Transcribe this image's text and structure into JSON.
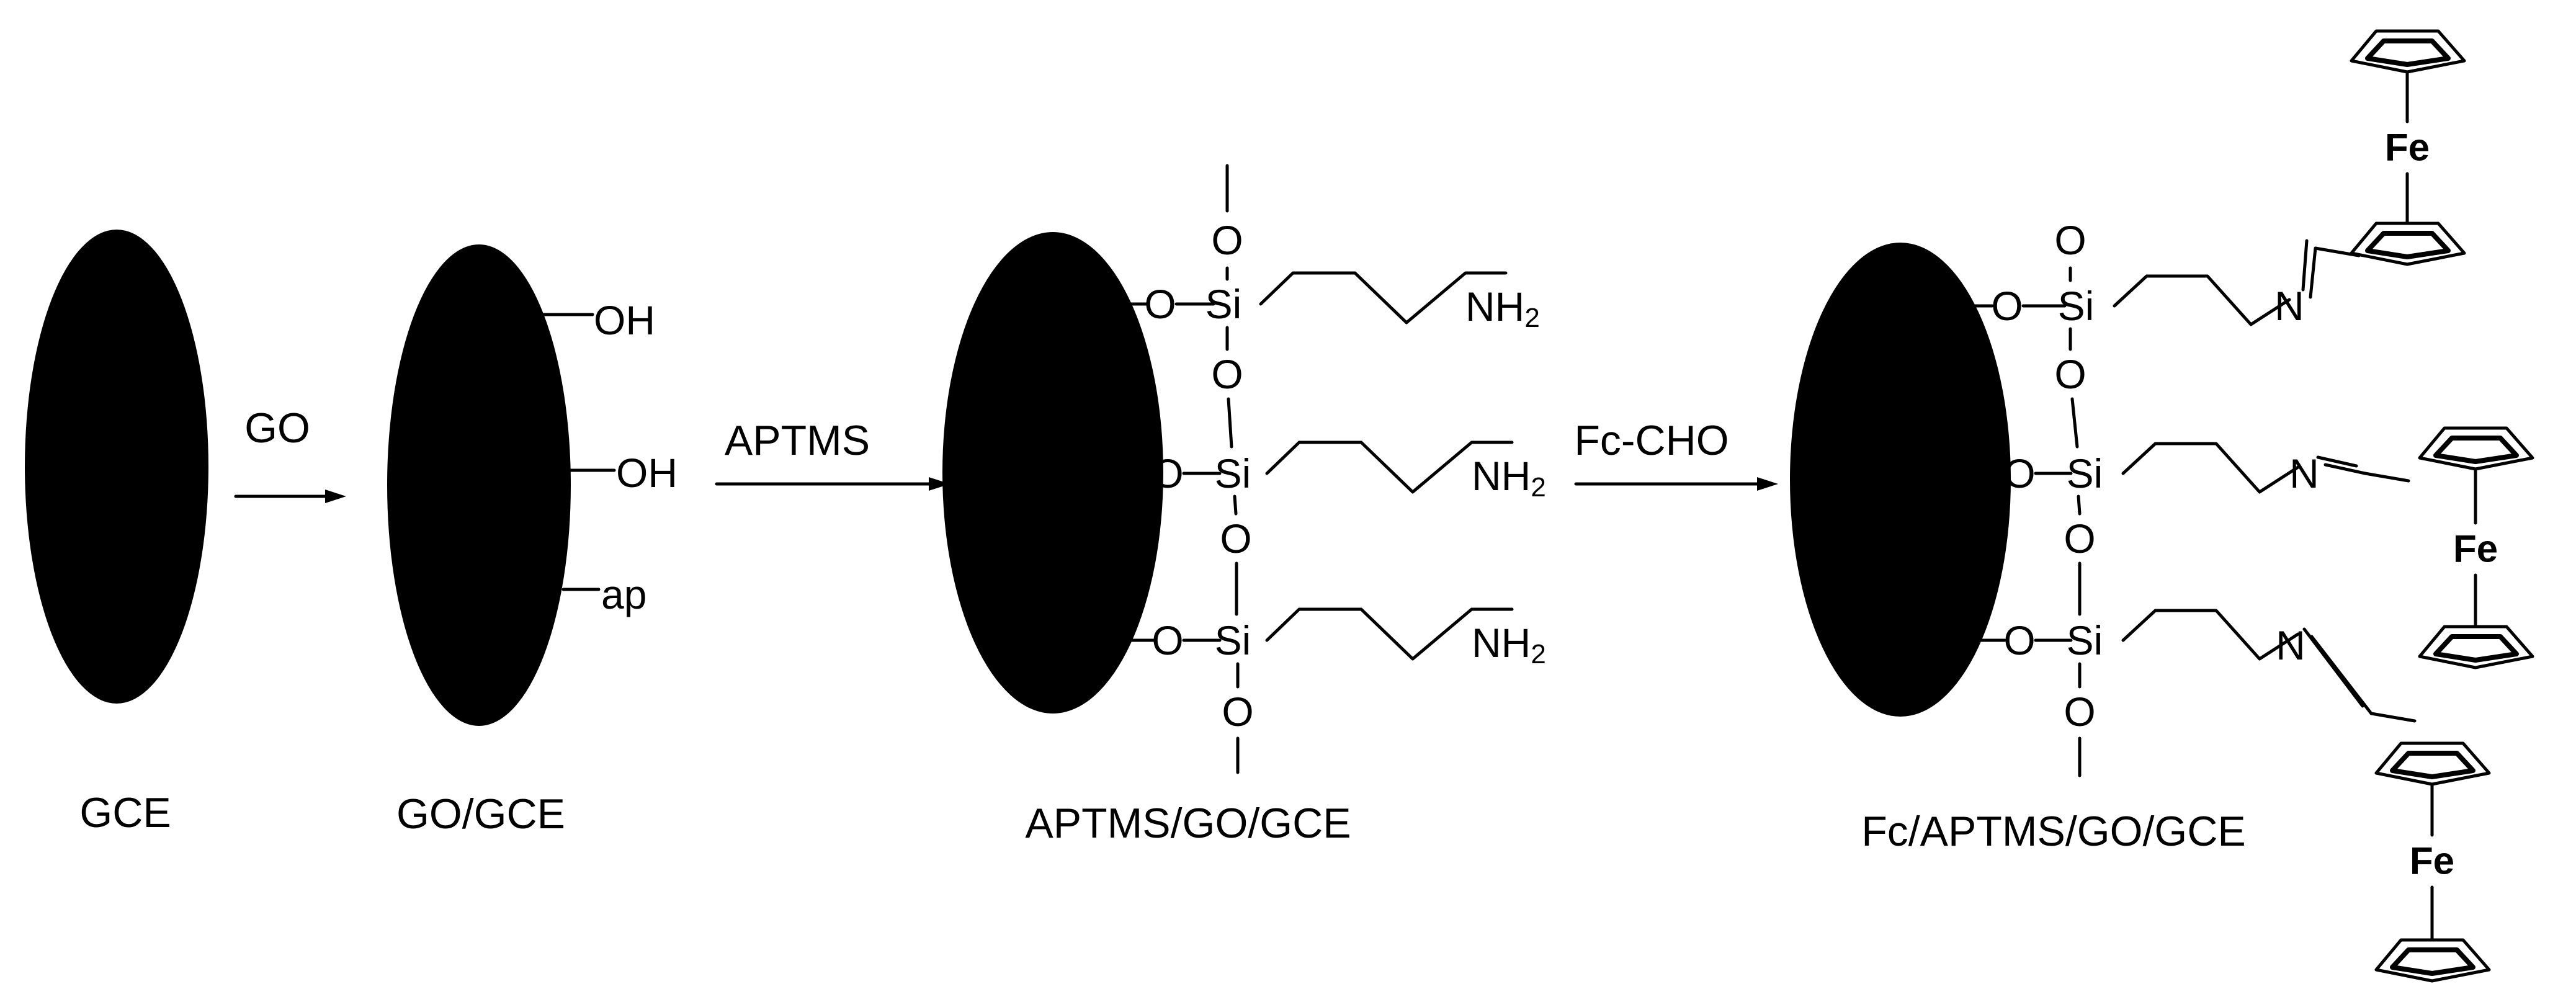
{
  "colors": {
    "ink": "#000000",
    "background": "#ffffff"
  },
  "stages": [
    {
      "label": "GCE"
    },
    {
      "label": "GO/GCE",
      "groups": [
        "OH",
        "OH",
        "ap"
      ]
    },
    {
      "label": "APTMS/GO/GCE",
      "amine": "NH2"
    },
    {
      "label": "Fc/APTMS/GO/GCE",
      "metal": "Fe"
    }
  ],
  "steps": [
    {
      "reagent": "GO"
    },
    {
      "reagent": "APTMS"
    },
    {
      "reagent": "Fc-CHO"
    }
  ],
  "atoms": {
    "oxygen": "O",
    "silicon": "Si",
    "nitrogen": "N",
    "amine_base": "NH",
    "amine_subscript": "2"
  }
}
